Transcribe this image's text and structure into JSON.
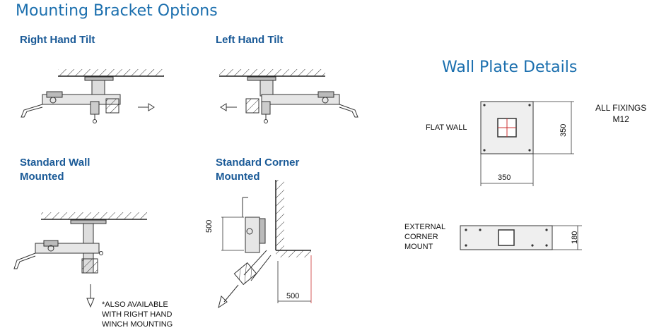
{
  "main_title": "Mounting Bracket Options",
  "wall_title": "Wall Plate Details",
  "options": {
    "right_hand_tilt": "Right Hand Tilt",
    "left_hand_tilt": "Left Hand Tilt",
    "standard_wall_line1": "Standard Wall",
    "standard_wall_line2": "Mounted",
    "standard_corner_line1": "Standard Corner",
    "standard_corner_line2": "Mounted"
  },
  "notes": {
    "also_available_1": "*ALSO AVAILABLE",
    "also_available_2": "WITH RIGHT HAND",
    "also_available_3": "WINCH MOUNTING"
  },
  "corner_dims": {
    "vertical": "500",
    "horizontal": "500"
  },
  "wall_plate": {
    "flat_wall_label": "FLAT WALL",
    "width": "350",
    "height": "350",
    "fixings_line1": "ALL FIXINGS",
    "fixings_line2": "M12",
    "external_line1": "EXTERNAL",
    "external_line2": "CORNER",
    "external_line3": "MOUNT",
    "external_height": "180"
  }
}
